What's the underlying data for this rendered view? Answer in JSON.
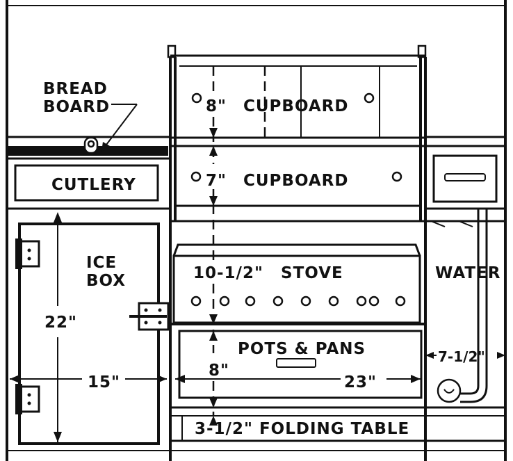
{
  "labels": {
    "bread_board_line1": "BREAD",
    "bread_board_line2": "BOARD",
    "cutlery": "CUTLERY",
    "cupboard_upper_dim": "8\"",
    "cupboard_upper": "CUPBOARD",
    "cupboard_lower_dim": "7\"",
    "cupboard_lower": "CUPBOARD",
    "ice_box_line1": "ICE",
    "ice_box_line2": "BOX",
    "ice_box_height": "22\"",
    "ice_box_width": "15\"",
    "stove_dim": "10-1/2\"",
    "stove": "STOVE",
    "water": "WATER",
    "pots_pans": "POTS & PANS",
    "pots_dim": "8\"",
    "pots_width": "23\"",
    "water_width": "7-1/2\"",
    "folding_table": "3-1/2\" FOLDING TABLE"
  }
}
